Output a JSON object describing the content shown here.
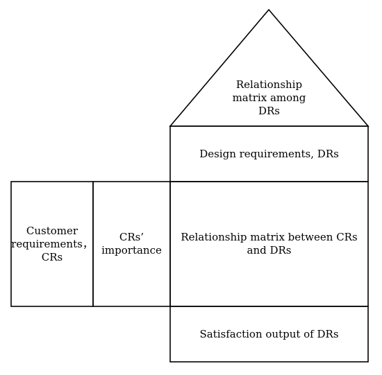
{
  "diagram": {
    "roof": {
      "lines": [
        "Relationship",
        "matrix among",
        "DRs"
      ]
    },
    "design_requirements": {
      "lines": [
        "Design requirements, DRs"
      ]
    },
    "customer_requirements": {
      "lines": [
        "Customer",
        "requirements，",
        "CRs"
      ]
    },
    "cr_importance": {
      "lines": [
        "CRs’",
        "importance"
      ]
    },
    "relationship_matrix": {
      "lines": [
        "Relationship matrix between CRs",
        "and DRs"
      ]
    },
    "satisfaction_output": {
      "lines": [
        "Satisfaction output of DRs"
      ]
    }
  },
  "colors": {
    "stroke": "#000000",
    "background": "#ffffff"
  }
}
